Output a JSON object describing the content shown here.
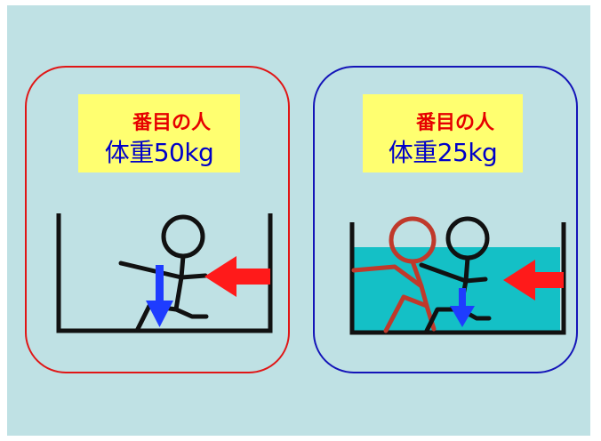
{
  "colors": {
    "background": "#bfe1e4",
    "left_border": "#e01616",
    "right_border": "#1414b8",
    "label_bg": "#ffff70",
    "order_text": "#e60000",
    "weight_text": "#0000c8",
    "water": "#14c0c6",
    "arrow_red": "#ff1a1a",
    "arrow_blue": "#1e3cff",
    "figure_red": "#c0392b"
  },
  "left_panel": {
    "order_label": "番目の人",
    "weight_label": "体重50kg"
  },
  "right_panel": {
    "order_label": "番目の人",
    "weight_label": "体重25kg"
  },
  "icons": {
    "left_scene": "stick-figure-in-empty-tub",
    "right_scene": "stick-figures-in-water-tub",
    "push_arrow": "red-left-arrow",
    "weight_arrow": "blue-down-arrow"
  }
}
